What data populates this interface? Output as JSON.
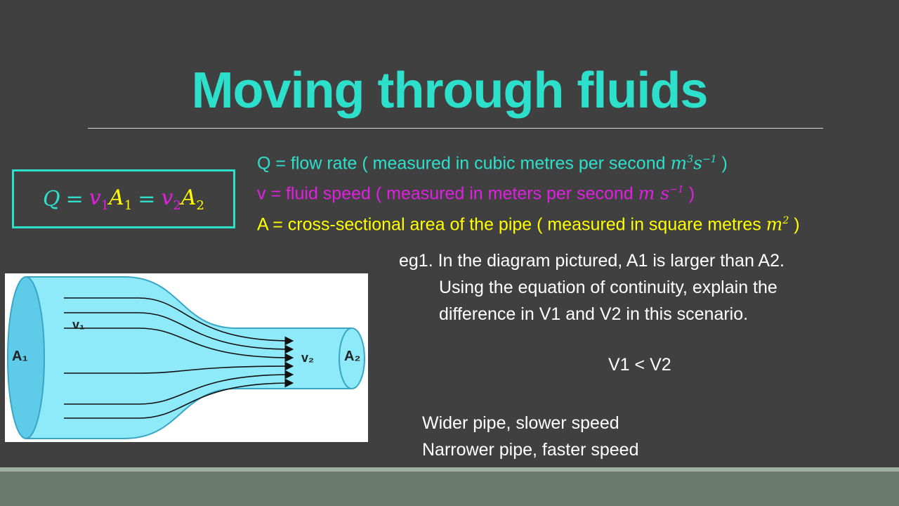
{
  "title": "Moving through fluids",
  "equation": {
    "Q": "Q",
    "eq": "=",
    "v": "v",
    "A": "A",
    "sub1": "1",
    "sub2": "2"
  },
  "definitions": [
    {
      "lead": "Q = flow rate ( measured in cubic metres per second ",
      "unit": "m",
      "sup1": "3",
      "unit2": "s",
      "sup2": "−1",
      "tail": " )",
      "color": "#2de0cc"
    },
    {
      "lead": "v = fluid speed ( measured in meters per second ",
      "unit": "m s",
      "sup1": "",
      "unit2": "",
      "sup2": "−1",
      "tail": " )",
      "color": "#e21ee2"
    },
    {
      "lead": "A = cross-sectional area of the pipe ( measured in square metres ",
      "unit": "m",
      "sup1": "2",
      "unit2": "",
      "sup2": "",
      "tail": " )",
      "color": "#ffff00"
    }
  ],
  "diagram": {
    "label_a1": "A₁",
    "label_a2": "A₂",
    "label_v1": "v₁",
    "label_v2": "v₂",
    "fill_color": "#8ee9f8",
    "edge_color": "#3aa6c6"
  },
  "question": {
    "line1": "eg1.  In the diagram pictured, A1 is larger than A2.",
    "line2": "Using the equation of continuity, explain the",
    "line3": "difference in V1 and V2 in this scenario."
  },
  "answer": "V1 < V2",
  "explanation": {
    "line1": "Wider pipe, slower speed",
    "line2": "Narrower pipe, faster speed"
  }
}
